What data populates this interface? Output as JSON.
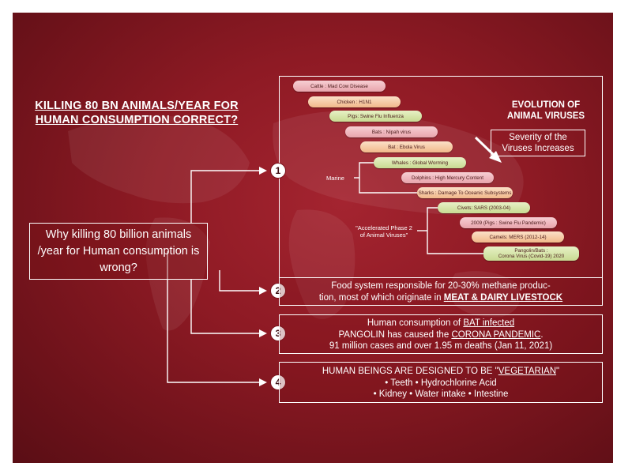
{
  "headline": {
    "line1": "KILLING 80 BN ANIMALS/YEAR FOR",
    "line2": "HUMAN CONSUMPTION CORRECT?"
  },
  "main_question": "Why killing 80 billion animals /year for Human consumption is wrong?",
  "evolution": {
    "title_line1": "EVOLUTION OF",
    "title_line2": "ANIMAL VIRUSES",
    "severity_line1": "Severity of the",
    "severity_line2": "Viruses Increases",
    "marine_label": "Marine",
    "phase_label_line1": "\"Accelerated Phase 2",
    "phase_label_line2": "of Animal Viruses\"",
    "items": [
      {
        "label": "Cattle : Mad Cow Disease",
        "color": "pink"
      },
      {
        "label": "Chicken : H1N1",
        "color": "peach"
      },
      {
        "label": "Pigs: Swine Flu Influenza",
        "color": "green"
      },
      {
        "label": "Bats : Nipah virus",
        "color": "pink"
      },
      {
        "label": "Bat : Ebola Virus",
        "color": "peach"
      },
      {
        "label": "Whales : Global Worming",
        "color": "green"
      },
      {
        "label": "Dolphins : High Mercury Content",
        "color": "pink"
      },
      {
        "label": "Sharks : Damage To Oceanic Subsystems",
        "color": "peach"
      },
      {
        "label": "Civets: SARS (2003-04)",
        "color": "green"
      },
      {
        "label": "2009 (Pigs : Swine Flu Pandemic)",
        "color": "pink"
      },
      {
        "label": "Camels: MERS (2012-14)",
        "color": "peach"
      },
      {
        "label": "Pangolin/Bats :",
        "label2": "Corona Virus (Covid-19) 2020",
        "color": "green"
      }
    ]
  },
  "numbers": [
    "1",
    "2",
    "3",
    "4"
  ],
  "point2": {
    "line1": "Food system responsible for 20-30% methane produc-",
    "line2_pre": "tion, most of which originate in ",
    "line2_u": "MEAT & DAIRY LIVESTOCK"
  },
  "point3": {
    "line1_pre": "Human consumption of ",
    "line1_u": "BAT infected",
    "line2_pre": "PANGOLIN has caused the ",
    "line2_u": "CORONA PANDEMIC",
    "line2_post": ".",
    "line3": "91 million cases and over 1.95 m deaths (Jan 11, 2021)"
  },
  "point4": {
    "line1_pre": "HUMAN BEINGS ARE DESIGNED TO BE \"",
    "line1_u": "VEGETARIAN",
    "line1_post": "\"",
    "line2": "• Teeth  • Hydrochlorine Acid",
    "line3": "• Kidney  • Water intake  • Intestine"
  },
  "colors": {
    "background": "#8e1a24",
    "pink_pill": "#e8a4ac",
    "peach_pill": "#f1b88a",
    "green_pill": "#c8da92",
    "lines": "#ffffff"
  }
}
